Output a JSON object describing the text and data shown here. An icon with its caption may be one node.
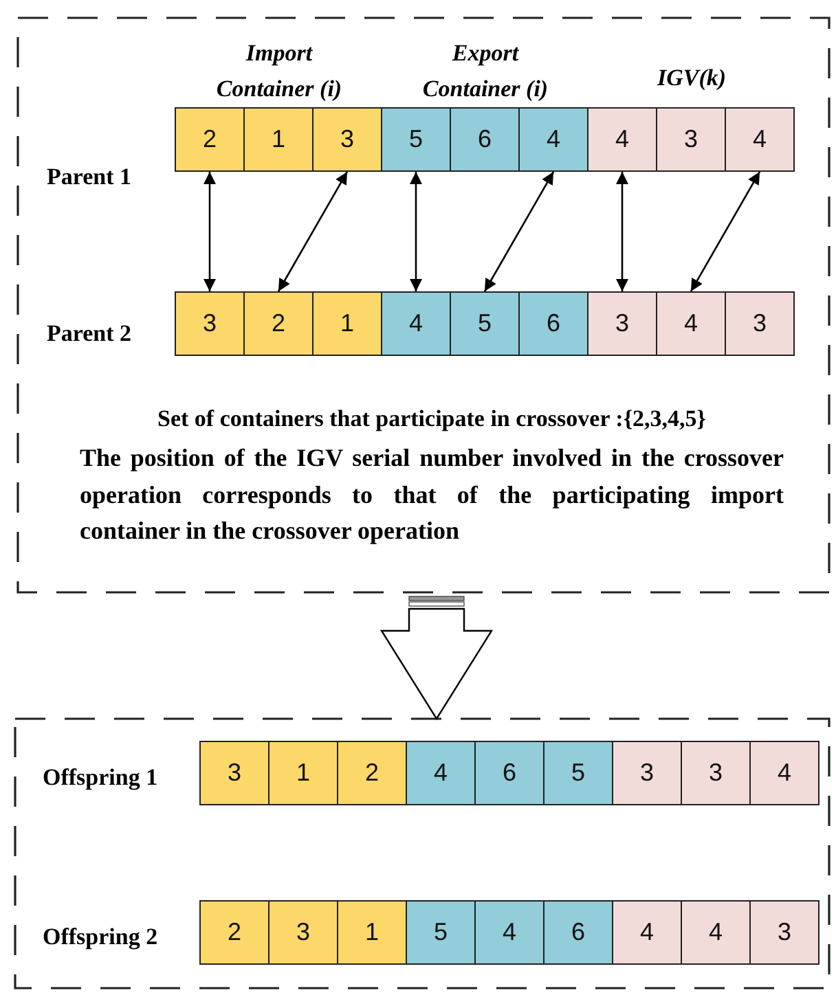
{
  "diagram": {
    "nodes": [
      {
        "text": [],
        "shape": "box"
      },
      {
        "text": [
          "2"
        ],
        "in": 0
      },
      {
        "text": [
          "1"
        ],
        "in": 0
      },
      {
        "text": [
          "3"
        ],
        "in": 0
      },
      {
        "text": [
          "5"
        ],
        "in": 0
      },
      {
        "text": [
          "6"
        ],
        "in": 0
      },
      {
        "text": [
          "4"
        ],
        "in": 0
      },
      {
        "text": [
          "4"
        ],
        "in": 0
      },
      {
        "text": [
          "3"
        ],
        "in": 0
      },
      {
        "text": [
          "4"
        ],
        "in": 0
      },
      {
        "text": [
          "3"
        ],
        "in": 0
      },
      {
        "text": [
          "2"
        ],
        "in": 0
      },
      {
        "text": [
          "1"
        ],
        "in": 0
      },
      {
        "text": [
          "4"
        ],
        "in": 0
      },
      {
        "text": [
          "5"
        ],
        "in": 0
      },
      {
        "text": [
          "6"
        ],
        "in": 0
      },
      {
        "text": [
          "3"
        ],
        "in": 0
      },
      {
        "text": [
          "4"
        ],
        "in": 0
      },
      {
        "text": [
          "3"
        ],
        "in": 0
      },
      {
        "text": [],
        "shape": "box"
      },
      {
        "text": [
          "3"
        ],
        "in": 19
      },
      {
        "text": [
          "1"
        ],
        "in": 19
      },
      {
        "text": [
          "2"
        ],
        "in": 19
      },
      {
        "text": [
          "4"
        ],
        "in": 19
      },
      {
        "text": [
          "6"
        ],
        "in": 19
      },
      {
        "text": [
          "5"
        ],
        "in": 19
      },
      {
        "text": [
          "3"
        ],
        "in": 19
      },
      {
        "text": [
          "3"
        ],
        "in": 19
      },
      {
        "text": [
          "4"
        ],
        "in": 19
      },
      {
        "text": [
          "2"
        ],
        "in": 19
      },
      {
        "text": [
          "3"
        ],
        "in": 19
      },
      {
        "text": [
          "1"
        ],
        "in": 19
      },
      {
        "text": [
          "5"
        ],
        "in": 19
      },
      {
        "text": [
          "4"
        ],
        "in": 19
      },
      {
        "text": [
          "6"
        ],
        "in": 19
      },
      {
        "text": [
          "4"
        ],
        "in": 19
      },
      {
        "text": [
          "4"
        ],
        "in": 19
      },
      {
        "text": [
          "3"
        ],
        "in": 19
      }
    ],
    "edges": [
      {
        "from": 0,
        "to": 19,
        "arrow": "to",
        "style": "thick"
      },
      {
        "from": 1,
        "to": 10,
        "arrow": "both"
      },
      {
        "from": 3,
        "to": 11,
        "arrow": "both"
      },
      {
        "from": 4,
        "to": 13,
        "arrow": "both"
      },
      {
        "from": 6,
        "to": 14,
        "arrow": "both"
      },
      {
        "from": 7,
        "to": 16,
        "arrow": "both"
      },
      {
        "from": 9,
        "to": 17,
        "arrow": "both"
      }
    ],
    "labels": [
      "Import Container (i)",
      "Export Container (i)",
      "IGV(k)",
      "Parent 1",
      "Parent 2",
      "Set of containers that participate in crossover :{2,3,4,5}",
      "The position of the IGV serial number involved in the crossover operation corresponds to that of the participating import container in the crossover operation",
      "Offspring 1",
      "Offspring 2"
    ]
  }
}
